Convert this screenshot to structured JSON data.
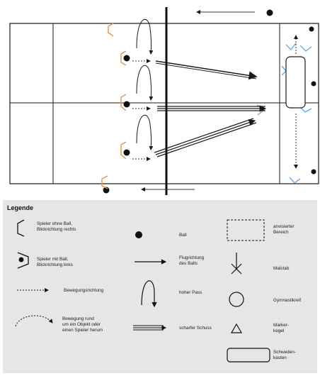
{
  "colors": {
    "player_without_ball": "#e8934a",
    "player_with_ball": "#6aa8e0",
    "line": "#1a1a1a",
    "legend_bg": "#e6e6e6"
  },
  "legend": {
    "title": "Legende",
    "items": [
      {
        "symbol": "player-bracket-icon",
        "text": "Spieler ohne Ball,\nBlickrichtung rechts"
      },
      {
        "symbol": "player-with-ball-icon",
        "text": "Spieler mit Ball,\nBlickrichtung links"
      },
      {
        "symbol": "dashed-arrow-icon",
        "text": "Bewegungsrichtung"
      },
      {
        "symbol": "curved-dashed-arrow-icon",
        "text": "Bewegung rund\num ein Objekt oder\neinen Spieler herum"
      },
      {
        "symbol": "ball-icon",
        "text": "Ball"
      },
      {
        "symbol": "flight-arrow-icon",
        "text": "Flugrichtung\ndes Balls"
      },
      {
        "symbol": "high-pass-icon",
        "text": "hoher Pass"
      },
      {
        "symbol": "triple-arrow-icon",
        "text": "scharfer Schuss"
      },
      {
        "symbol": "dashed-rectangle-icon",
        "text": "anvisierter\nBereich"
      },
      {
        "symbol": "pole-icon",
        "text": "Malstab"
      },
      {
        "symbol": "circle-icon",
        "text": "Gymnastikreif"
      },
      {
        "symbol": "triangle-icon",
        "text": "Marker-\nkegel"
      },
      {
        "symbol": "rounded-rectangle-icon",
        "text": "Schweden-\nkasten"
      }
    ]
  }
}
